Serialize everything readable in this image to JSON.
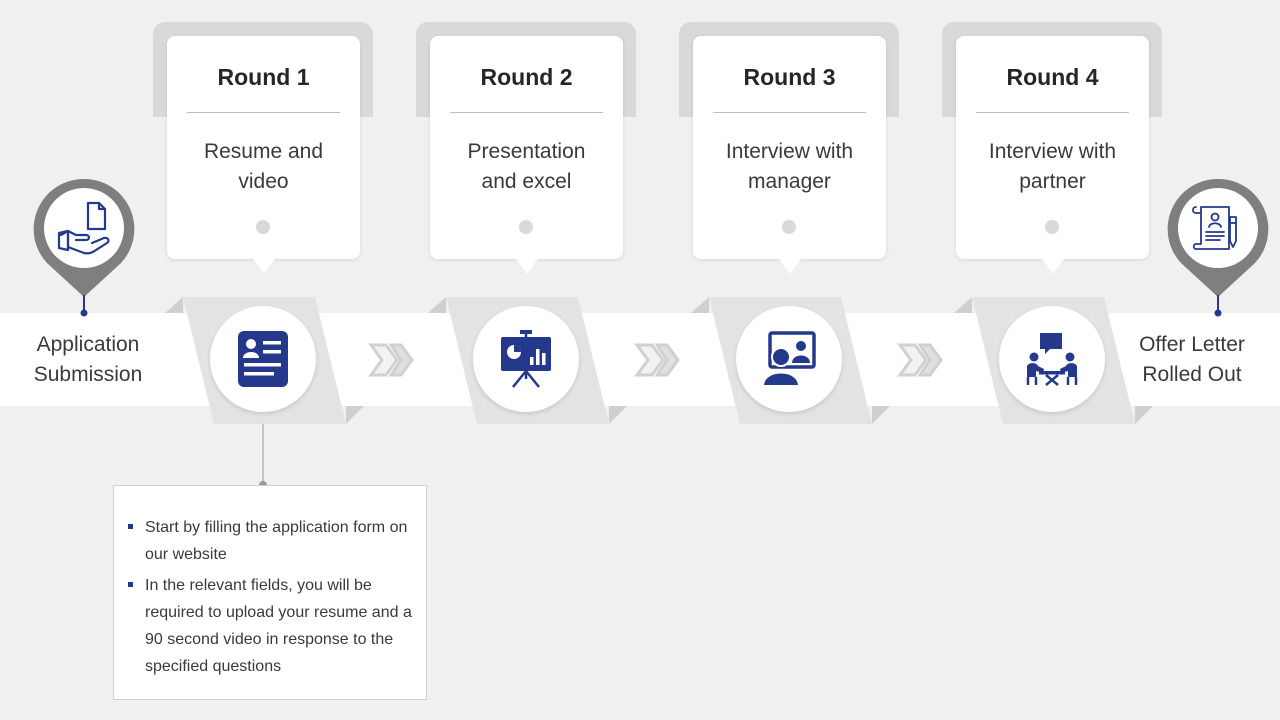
{
  "colors": {
    "accent": "#24388c",
    "band": "#ffffff",
    "background": "#f0f0f0",
    "gray": "#d9d9d9"
  },
  "start": {
    "label_line1": "Application",
    "label_line2": "Submission",
    "icon": "hand-document-icon"
  },
  "end": {
    "label_line1": "Offer Letter",
    "label_line2": "Rolled Out",
    "icon": "contract-signature-icon"
  },
  "rounds": [
    {
      "title": "Round 1",
      "desc_line1": "Resume and",
      "desc_line2": "video",
      "icon": "resume-icon"
    },
    {
      "title": "Round 2",
      "desc_line1": "Presentation",
      "desc_line2": "and excel",
      "icon": "presentation-board-icon"
    },
    {
      "title": "Round 3",
      "desc_line1": "Interview with",
      "desc_line2": "manager",
      "icon": "video-call-icon"
    },
    {
      "title": "Round 4",
      "desc_line1": "Interview with",
      "desc_line2": "partner",
      "icon": "meeting-table-icon"
    }
  ],
  "details": {
    "bullets": [
      "Start by filling the application form on our website",
      "In the relevant fields, you will be required to upload your resume and a 90 second video in response to the specified questions"
    ]
  }
}
